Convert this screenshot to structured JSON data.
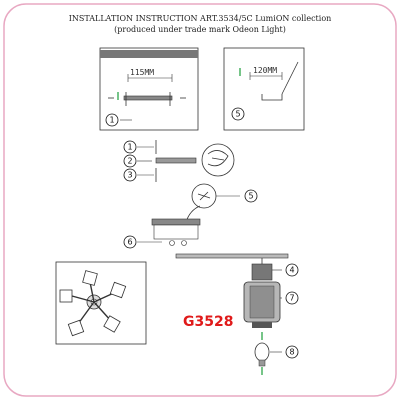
{
  "header": {
    "line1": "INSTALLATION INSTRUCTION ART.3534/5C LumiON collection",
    "line2": "(produced under trade mark Odeon Light)"
  },
  "dimensions": {
    "left_box": "115MM",
    "right_box": "120MM"
  },
  "steps": [
    "1",
    "2",
    "3",
    "4",
    "5",
    "6",
    "7",
    "8"
  ],
  "product_code": "G3528",
  "colors": {
    "frame": "#e8a8c2",
    "code": "#e01a1a",
    "wire": "#1a9e3a",
    "line": "#333333"
  }
}
